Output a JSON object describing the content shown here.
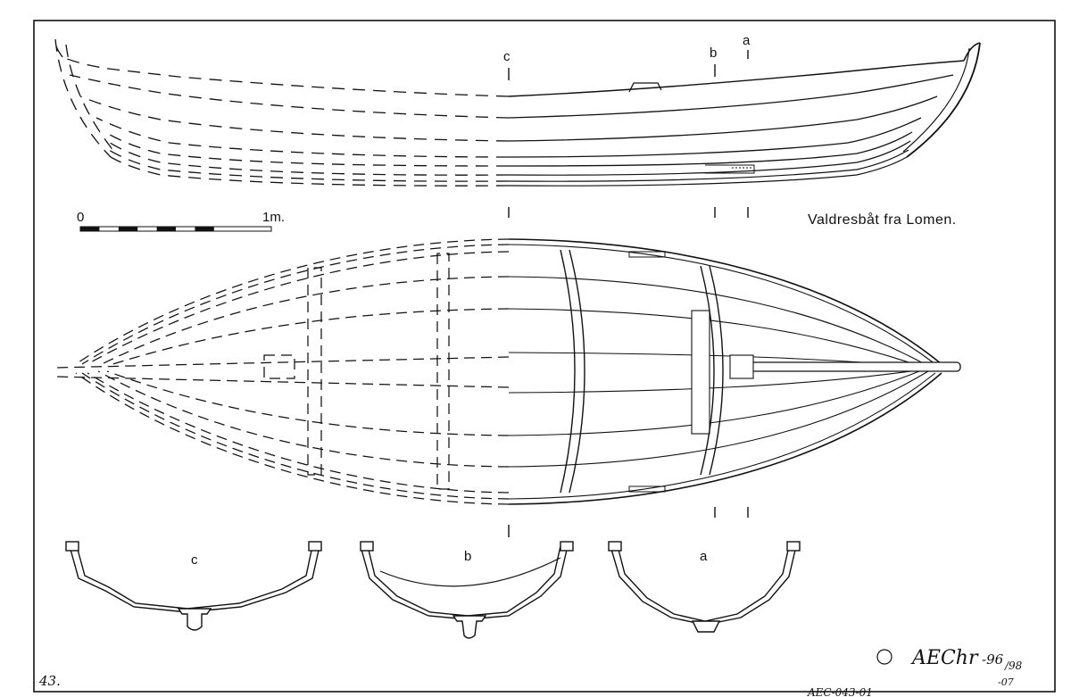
{
  "drawing": {
    "title": "Valdresbåt fra Lomen.",
    "plate_number": "43.",
    "archive_code": "AEC-043-01",
    "signature": "AEChr",
    "copyright_symbol": "©",
    "date_main": "-96",
    "date_fraction": "/98",
    "date_extra": "-07"
  },
  "scale_bar": {
    "start_label": "0",
    "end_label": "1m.",
    "segments": 10
  },
  "section_markers": {
    "a": "a",
    "b": "b",
    "c": "c"
  },
  "cross_sections": [
    {
      "id": "c",
      "label": "c"
    },
    {
      "id": "b",
      "label": "b"
    },
    {
      "id": "a",
      "label": "a"
    }
  ]
}
